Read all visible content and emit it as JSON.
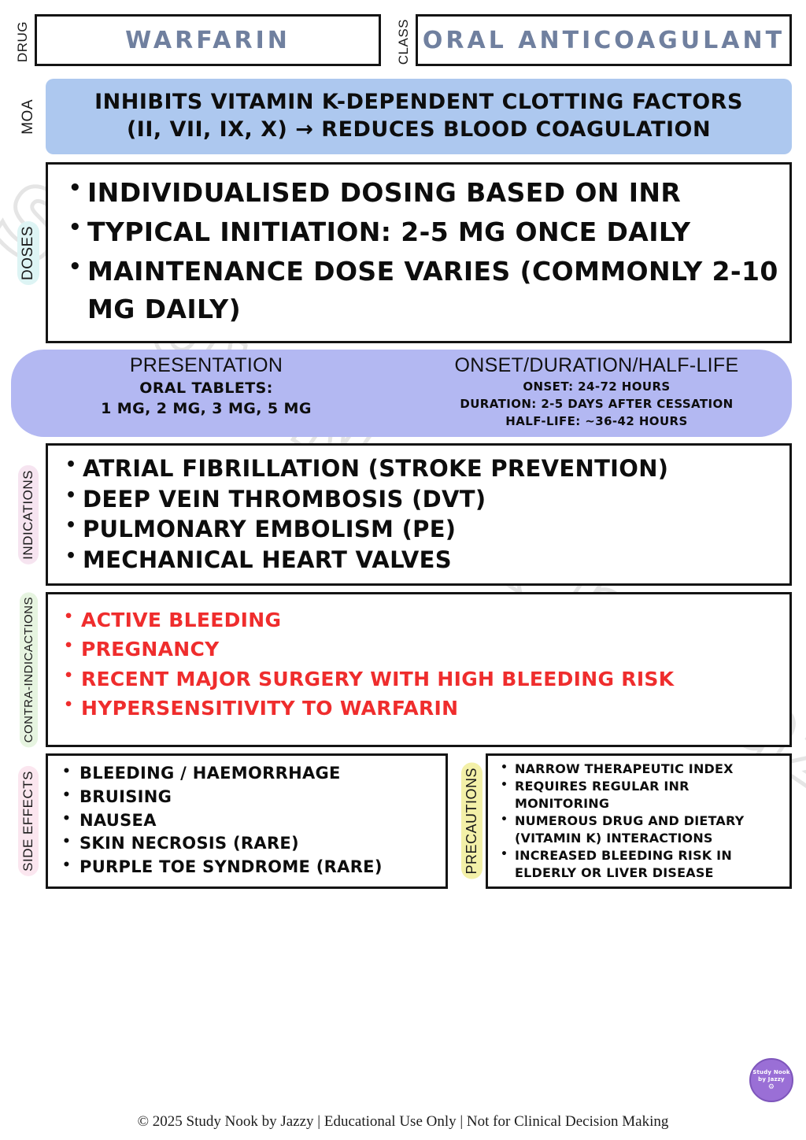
{
  "header": {
    "drug_label": "DRUG",
    "drug_value": "WARFARIN",
    "class_label": "CLASS",
    "class_value": "ORAL ANTICOAGULANT"
  },
  "moa": {
    "label": "MOA",
    "line1": "INHIBITS VITAMIN K-DEPENDENT CLOTTING FACTORS",
    "line2": "(II, VII, IX, X) → REDUCES BLOOD COAGULATION"
  },
  "doses": {
    "label": "DOSES",
    "items": [
      "INDIVIDUALISED DOSING BASED ON INR",
      "TYPICAL INITIATION: 2-5 MG ONCE DAILY",
      "MAINTENANCE DOSE VARIES (COMMONLY 2-10 MG DAILY)"
    ]
  },
  "presentation": {
    "title": "PRESENTATION",
    "sub1": "ORAL TABLETS:",
    "sub2": "1 MG, 2 MG, 3 MG, 5 MG"
  },
  "onset": {
    "title": "ONSET/DURATION/HALF-LIFE",
    "sub1": "ONSET: 24-72 HOURS",
    "sub2": "DURATION: 2-5 DAYS AFTER CESSATION",
    "sub3": "HALF-LIFE: ~36-42 HOURS"
  },
  "indications": {
    "label": "INDICATIONS",
    "items": [
      "ATRIAL FIBRILLATION (STROKE PREVENTION)",
      "DEEP VEIN THROMBOSIS (DVT)",
      "PULMONARY EMBOLISM (PE)",
      "MECHANICAL HEART VALVES"
    ]
  },
  "contraindications": {
    "label": "CONTRA-INDICACTIONS",
    "color": "#EF2D2D",
    "items": [
      "ACTIVE BLEEDING",
      "PREGNANCY",
      "RECENT MAJOR SURGERY WITH HIGH BLEEDING RISK",
      "HYPERSENSITIVITY TO WARFARIN"
    ]
  },
  "side_effects": {
    "label": "SIDE EFFECTS",
    "items": [
      "BLEEDING / HAEMORRHAGE",
      "BRUISING",
      "NAUSEA",
      "SKIN NECROSIS (RARE)",
      "PURPLE TOE SYNDROME (RARE)"
    ]
  },
  "precautions": {
    "label": "PRECAUTIONS",
    "items": [
      "NARROW THERAPEUTIC INDEX",
      "REQUIRES REGULAR INR MONITORING",
      "NUMEROUS DRUG AND DIETARY (VITAMIN K) INTERACTIONS",
      "INCREASED BLEEDING RISK IN ELDERLY OR LIVER DISEASE"
    ]
  },
  "watermark": {
    "text": "Study Nook by Jazzy"
  },
  "logo": {
    "line1": "Study Nook",
    "line2": "by Jazzy",
    "mark": "⚙"
  },
  "footer": {
    "text": "© 2025 Study Nook by Jazzy | Educational Use Only | Not for Clinical Decision Making"
  },
  "colors": {
    "moa_band": "#ADC8EF",
    "presentation_band": "#B3B8F2",
    "drug_text": "#70809F",
    "contra_text": "#EF2D2D",
    "logo_bg": "#9A6FD6"
  }
}
